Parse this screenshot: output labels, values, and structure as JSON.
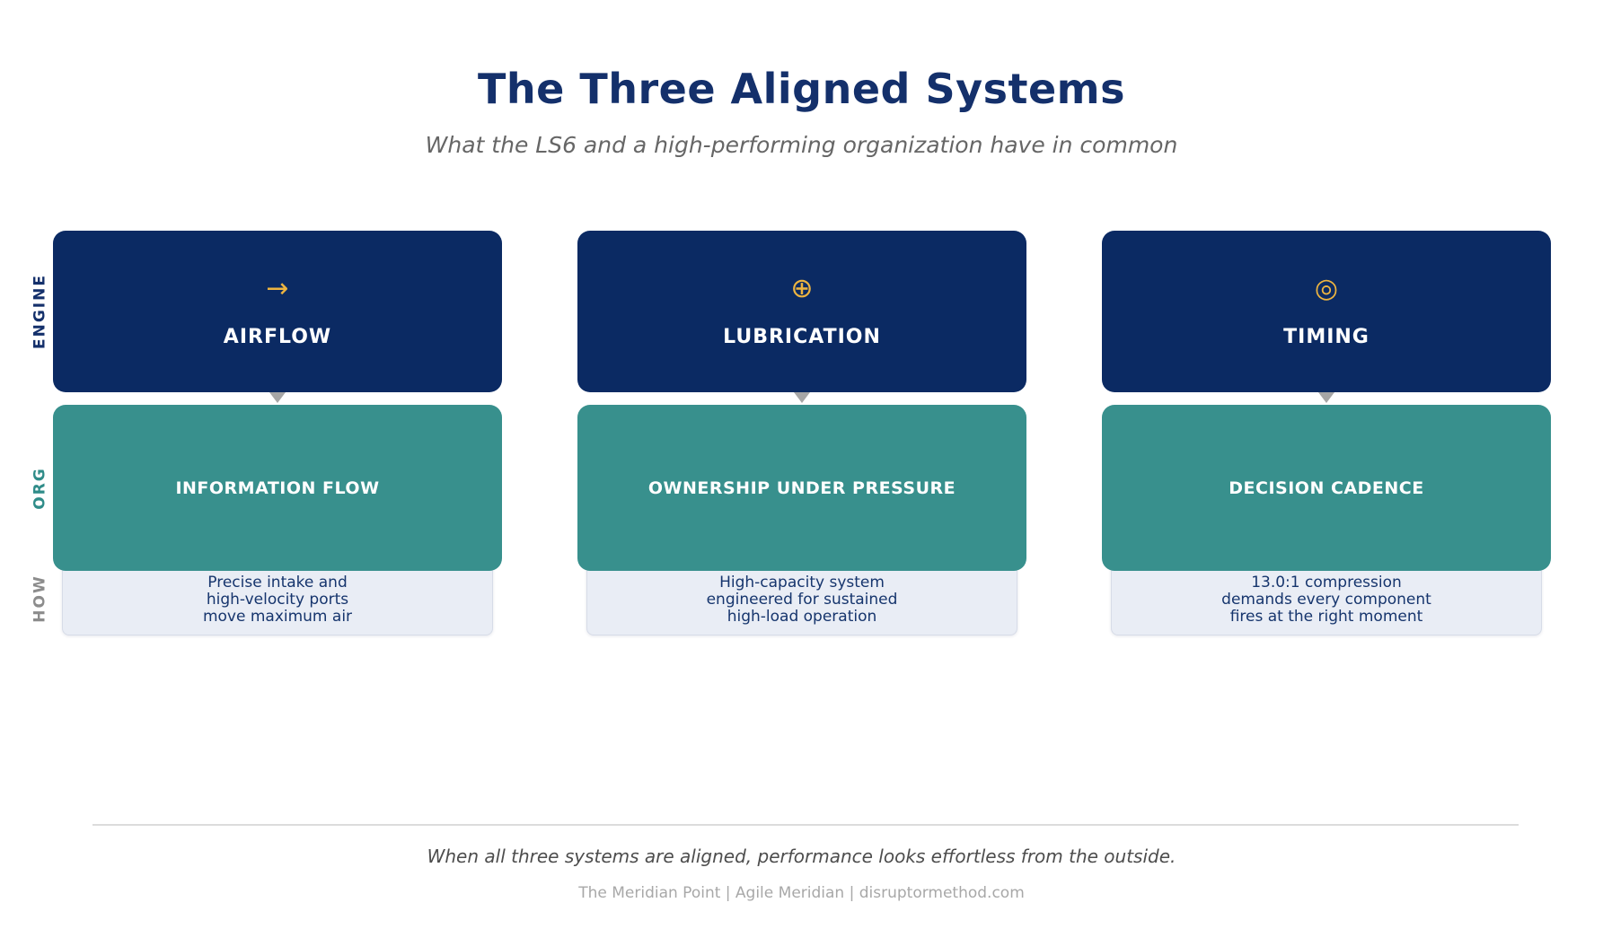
{
  "page": {
    "title": "The Three Aligned Systems",
    "subtitle": "What the LS6 and a high-performing organization have in common",
    "closing_note": "When all three systems are aligned, performance looks effortless from the outside.",
    "footer_credits": "The Meridian Point  |  Agile Meridian  |  disruptormethod.com"
  },
  "row_labels": [
    {
      "id": "engine",
      "label": "ENGINE",
      "color": "#14306b"
    },
    {
      "id": "org",
      "label": "ORG",
      "color": "#2f8c89"
    },
    {
      "id": "how",
      "label": "HOW",
      "color": "#8c8c8c"
    }
  ],
  "columns": [
    {
      "icon": "right-arrow-icon",
      "icon_glyph": "→",
      "engine_label": "AIRFLOW",
      "org_label": "INFORMATION FLOW",
      "how_text": "Precise intake and\nhigh-velocity ports\nmove maximum air"
    },
    {
      "icon": "circled-plus-icon",
      "icon_glyph": "⊕",
      "engine_label": "LUBRICATION",
      "org_label": "OWNERSHIP UNDER PRESSURE",
      "how_text": "High-capacity system\nengineered for sustained\nhigh-load operation"
    },
    {
      "icon": "bullseye-icon",
      "icon_glyph": "◎",
      "engine_label": "TIMING",
      "org_label": "DECISION CADENCE",
      "how_text": "13.0:1 compression\ndemands every component\nfires at the right moment"
    }
  ],
  "colors": {
    "engine_card": "#0b2a63",
    "org_card": "#38908d",
    "how_card_bg": "#e9edf5",
    "how_card_text": "#16356d",
    "icon_gold": "#edb440",
    "connector_gray": "#a6a6a6",
    "title_navy": "#14306b"
  }
}
